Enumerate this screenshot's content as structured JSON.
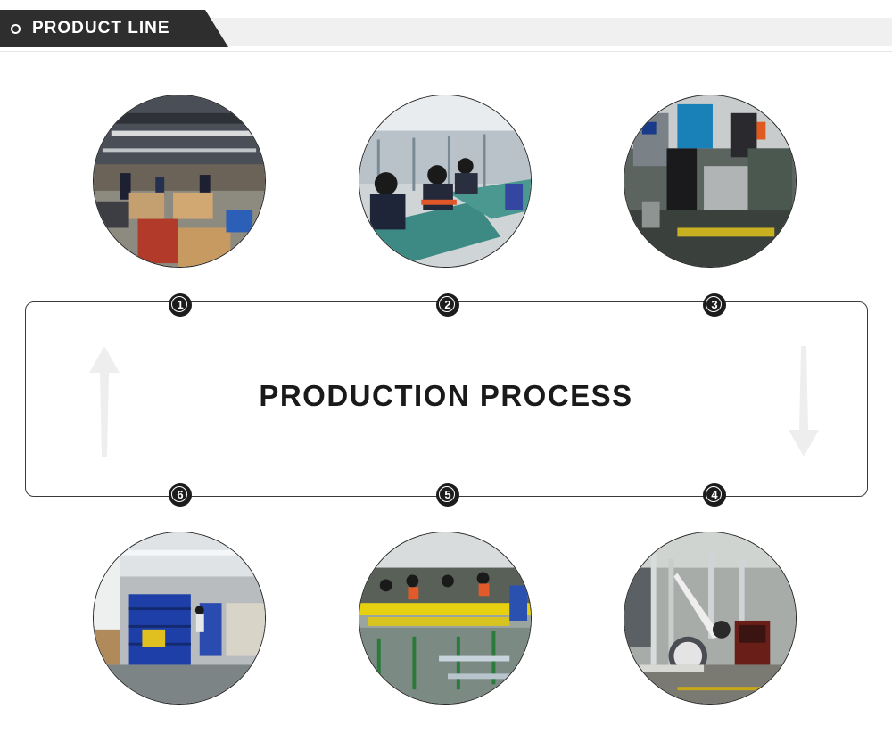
{
  "header": {
    "title": "PRODUCT LINE",
    "bullet_icon": "circle-outline-icon"
  },
  "diagram": {
    "title": "PRODUCTION PROCESS",
    "steps": [
      {
        "number": "1",
        "photo": "warehouse-boxes-photo"
      },
      {
        "number": "2",
        "photo": "assembly-workers-photo"
      },
      {
        "number": "3",
        "photo": "machinery-photo"
      },
      {
        "number": "4",
        "photo": "winding-machine-photo"
      },
      {
        "number": "5",
        "photo": "assembly-line-photo"
      },
      {
        "number": "6",
        "photo": "storage-racks-photo"
      }
    ],
    "flow_icons": [
      "arrow-up-icon",
      "arrow-down-icon"
    ],
    "colors": {
      "header_dark": "#2e2e2e",
      "header_strip": "#f0f0f0",
      "badge": "#1c1c1c",
      "box_border": "#3a3a3a",
      "arrow": "#eeeeee"
    }
  }
}
